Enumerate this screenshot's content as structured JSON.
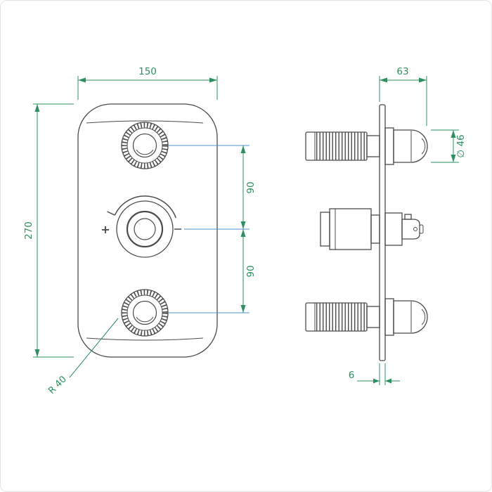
{
  "front_view": {
    "width_label": "150",
    "height_label": "270",
    "upper_center_distance_label": "90",
    "lower_center_distance_label": "90",
    "corner_radius_label": "R 40",
    "dial_plus_label": "+"
  },
  "side_view": {
    "depth_label": "63",
    "cartridge_diameter_label": "∅ 46",
    "plate_thickness_label": "6"
  },
  "colors": {
    "drawing_line": "#4b4b4b",
    "dimension": "#2e8f5f",
    "centerline": "#4f93cf",
    "canvas_border": "#e4e4e4",
    "background": "#ffffff"
  }
}
